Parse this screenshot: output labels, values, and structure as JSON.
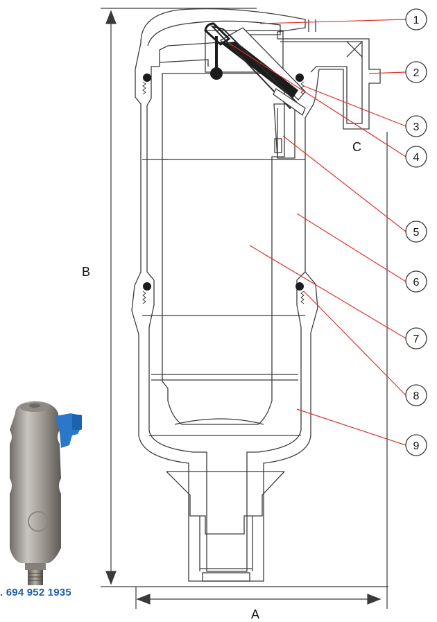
{
  "dimensions": {
    "a": "A",
    "b": "B",
    "c": "C"
  },
  "callouts": [
    "1",
    "2",
    "3",
    "4",
    "5",
    "6",
    "7",
    "8",
    "9"
  ],
  "contact": {
    "phone": ". 694 952 1935"
  },
  "colors": {
    "outline": "#3a3a3a",
    "leader": "#e0302a",
    "phone_text": "#1f5fa8",
    "valve_body": "#a7a29b",
    "valve_cap": "#2b78c8"
  }
}
